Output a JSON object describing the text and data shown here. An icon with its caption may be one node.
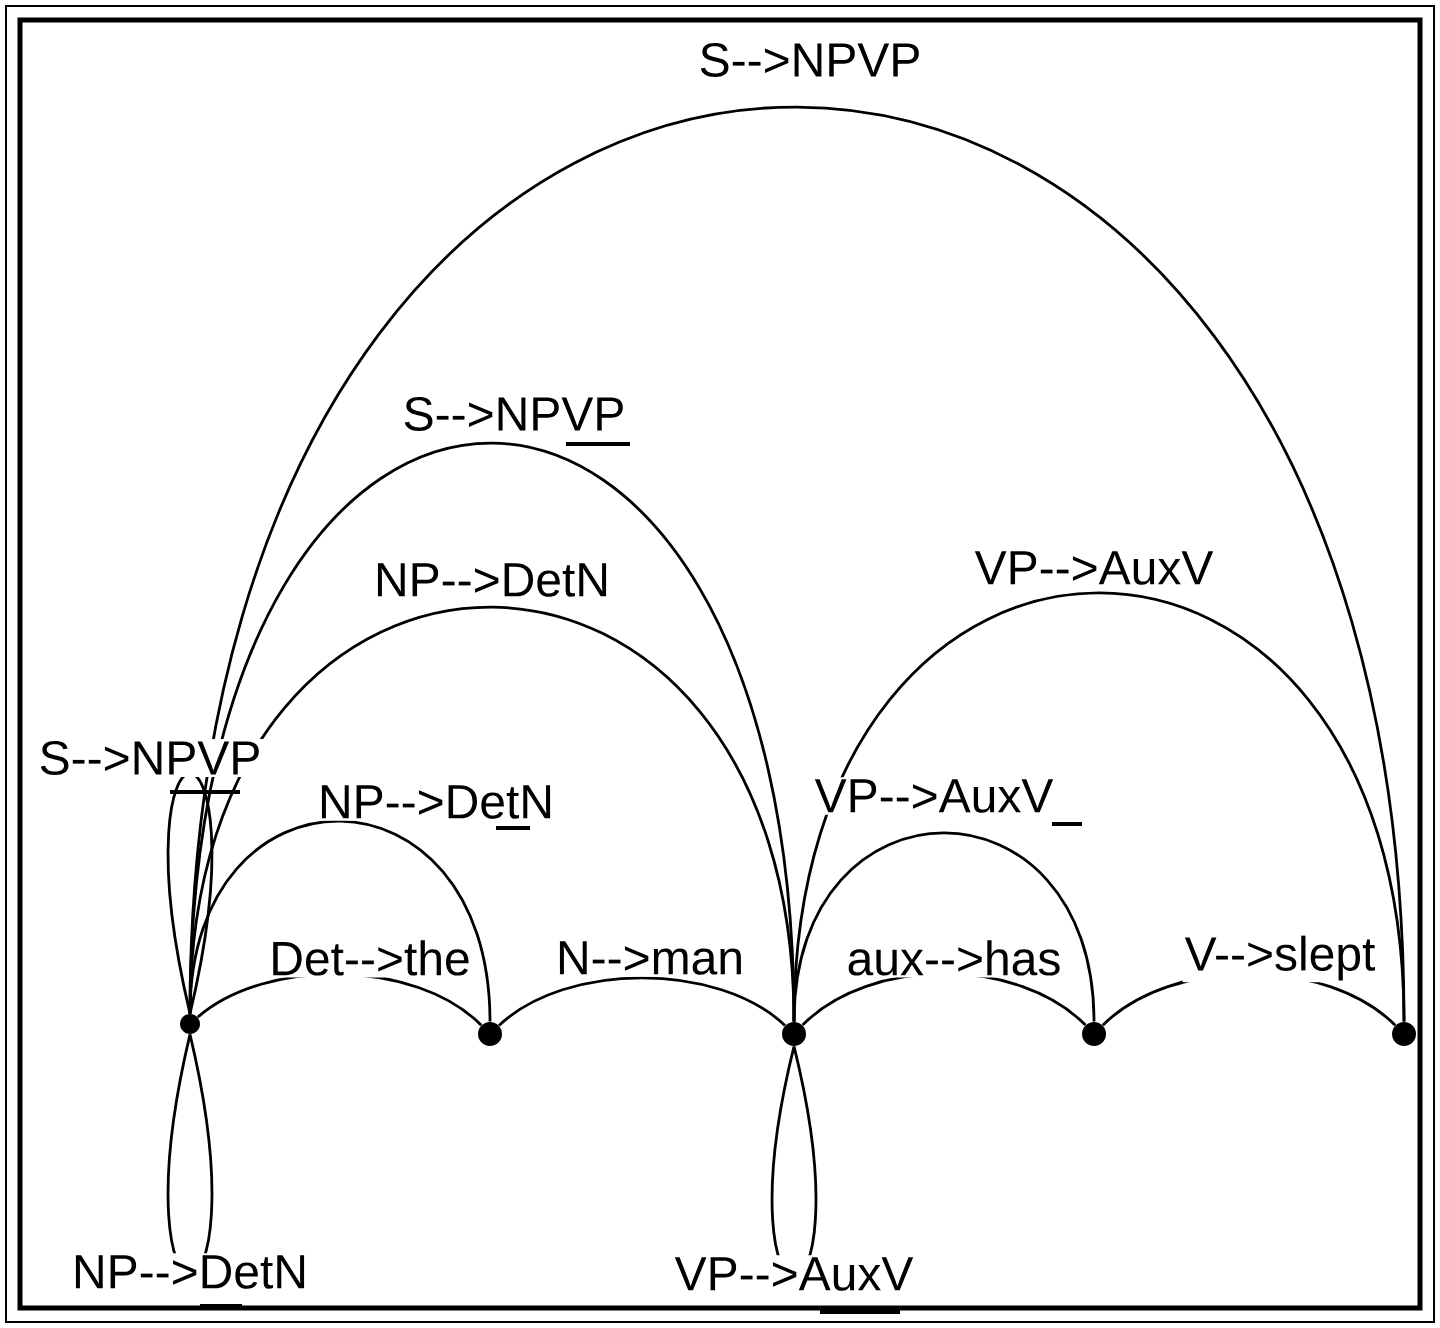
{
  "diagram": {
    "nodes": [
      {
        "text": [],
        "shape": "circle"
      },
      {
        "text": [],
        "shape": "circle"
      },
      {
        "text": [],
        "shape": "circle"
      },
      {
        "text": [],
        "shape": "circle"
      },
      {
        "text": [],
        "shape": "circle"
      }
    ],
    "edges": [
      {
        "from": 0,
        "to": 1,
        "arrow": "none",
        "label": "Det-->the"
      },
      {
        "from": 1,
        "to": 2,
        "arrow": "none",
        "label": "N-->man"
      },
      {
        "from": 2,
        "to": 3,
        "arrow": "none",
        "label": "aux-->has"
      },
      {
        "from": 3,
        "to": 4,
        "arrow": "none",
        "label": "V-->slept"
      },
      {
        "from": 0,
        "to": 1,
        "arrow": "none",
        "label": "NP-->DetN"
      },
      {
        "from": 0,
        "to": 2,
        "arrow": "none",
        "label": "NP-->DetN"
      },
      {
        "from": 0,
        "to": 2,
        "arrow": "none",
        "label": "S-->NPVP"
      },
      {
        "from": 0,
        "to": 4,
        "arrow": "none",
        "label": "S-->NPVP"
      },
      {
        "from": 2,
        "to": 3,
        "arrow": "none",
        "label": "VP-->AuxV"
      },
      {
        "from": 2,
        "to": 4,
        "arrow": "none",
        "label": "VP-->AuxV"
      },
      {
        "from": 0,
        "to": 0,
        "arrow": "none",
        "label": "S-->NPVP"
      },
      {
        "from": 0,
        "to": 0,
        "arrow": "none",
        "label": "NP-->DetN"
      },
      {
        "from": 2,
        "to": 2,
        "arrow": "none",
        "label": "VP-->AuxV"
      }
    ]
  }
}
